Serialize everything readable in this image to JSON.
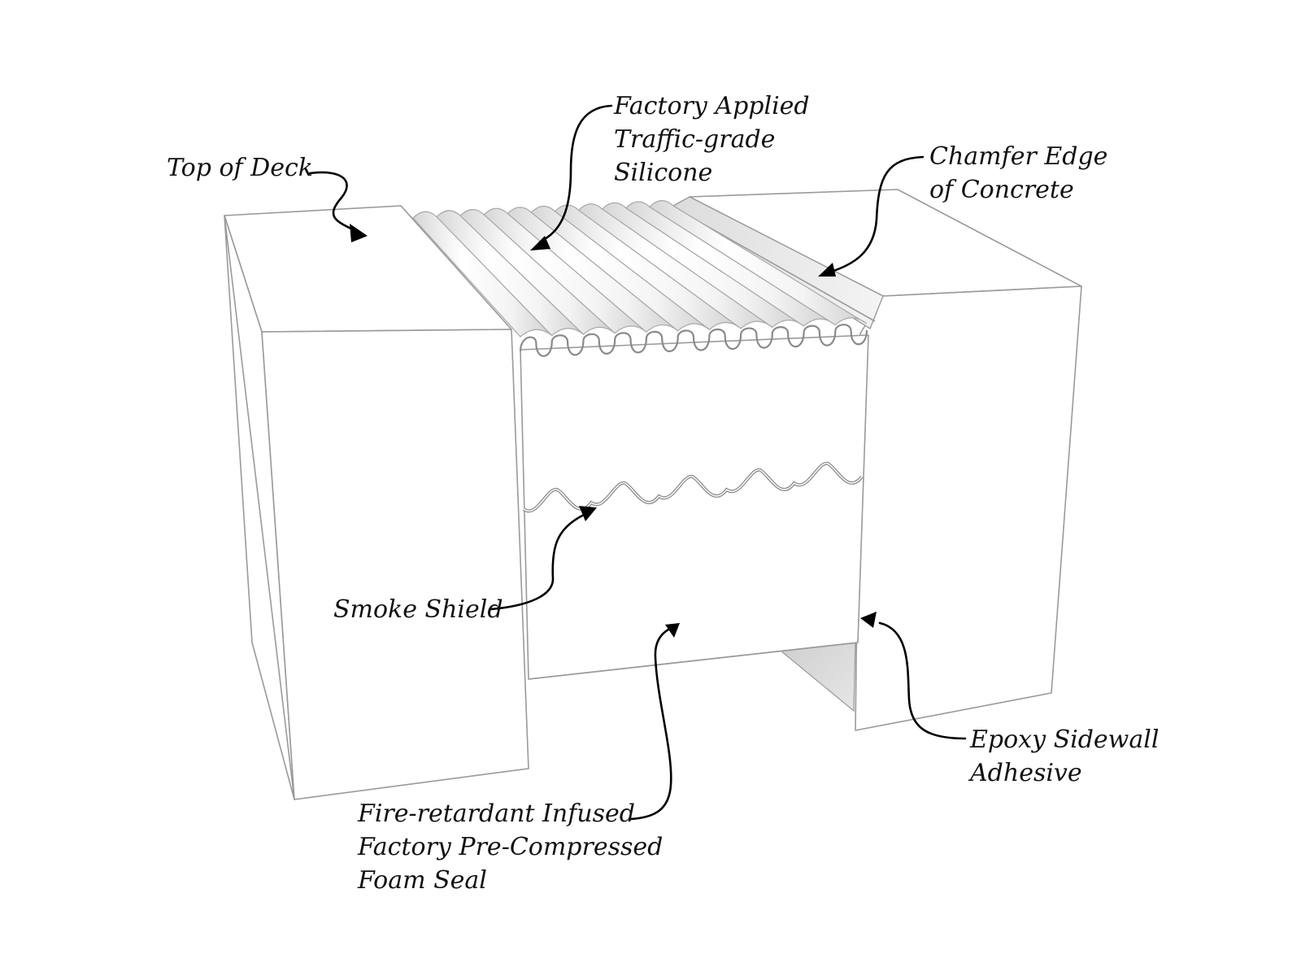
{
  "diagram": {
    "title": "Expansion joint seal assembly",
    "colors": {
      "outline": "#9a9a9a",
      "leader": "#000000",
      "text": "#111111",
      "shade": "#d4d4d4",
      "silicone_highlight": "#ffffff",
      "silicone_shadow": "#d8d8d8"
    },
    "labels": {
      "top_of_deck": {
        "lines": [
          "Top of Deck"
        ]
      },
      "factory_silicone": {
        "lines": [
          "Factory Applied",
          "Traffic-grade",
          "Silicone"
        ]
      },
      "chamfer_edge": {
        "lines": [
          "Chamfer Edge",
          "of Concrete"
        ]
      },
      "smoke_shield": {
        "lines": [
          "Smoke Shield"
        ]
      },
      "epoxy_adhesive": {
        "lines": [
          "Epoxy Sidewall",
          "Adhesive"
        ]
      },
      "foam_seal": {
        "lines": [
          "Fire-retardant Infused",
          "Factory Pre-Compressed",
          "Foam Seal"
        ]
      }
    },
    "components": [
      "left-concrete-block",
      "right-concrete-block",
      "traffic-grade-silicone-bellows",
      "smoke-shield",
      "pre-compressed-foam-seal",
      "chamfer-edge",
      "epoxy-sidewall-adhesive"
    ]
  }
}
